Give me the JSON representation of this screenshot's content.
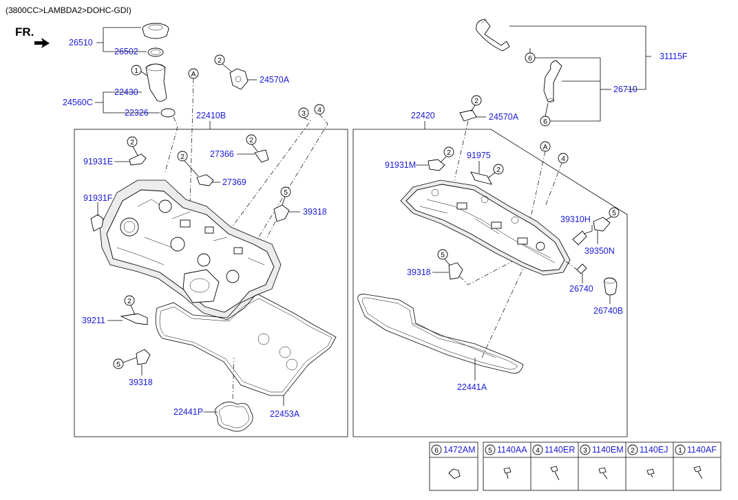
{
  "engine_header": "(3800CC>LAMBDA2>DOHC-GDI)",
  "direction_label": "FR.",
  "callout_A": "A",
  "callouts": {
    "c1": "1",
    "c2": "2",
    "c3": "3",
    "c4": "4",
    "c5": "5",
    "c6": "6"
  },
  "parts": {
    "p26510": "26510",
    "p26502": "26502",
    "p22430": "22430",
    "p24560C": "24560C",
    "p22326": "22326",
    "p24570A_l": "24570A",
    "p22410B": "22410B",
    "p91931E": "91931E",
    "p27366": "27366",
    "p27369": "27369",
    "p91931F": "91931F",
    "p39318_a": "39318",
    "p39211": "39211",
    "p39318_b": "39318",
    "p22441P": "22441P",
    "p22453A": "22453A",
    "p22420": "22420",
    "p24570A_r": "24570A",
    "p91931M": "91931M",
    "p91975": "91975",
    "p39310H": "39310H",
    "p39350N": "39350N",
    "p39318_c": "39318",
    "p26740": "26740",
    "p26740B": "26740B",
    "p22441A": "22441A",
    "p31115F": "31115F",
    "p26710": "26710"
  },
  "fastener_table": [
    {
      "key": "6",
      "code": "1472AM"
    },
    {
      "key": "5",
      "code": "1140AA"
    },
    {
      "key": "4",
      "code": "1140ER"
    },
    {
      "key": "3",
      "code": "1140EM"
    },
    {
      "key": "2",
      "code": "1140EJ"
    },
    {
      "key": "1",
      "code": "1140AF"
    }
  ],
  "colors": {
    "label_blue": "#1a1ad8",
    "line": "#000000"
  }
}
